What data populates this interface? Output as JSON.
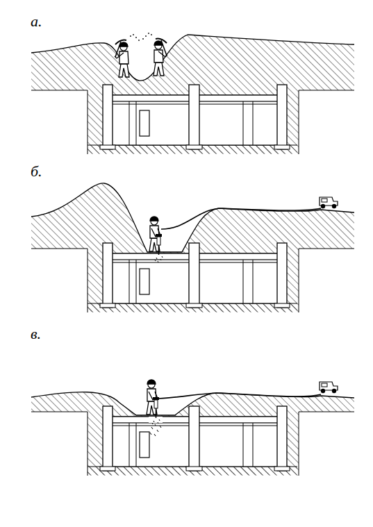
{
  "diagram": {
    "labels": [
      "а.",
      "б.",
      "в."
    ]
  }
}
